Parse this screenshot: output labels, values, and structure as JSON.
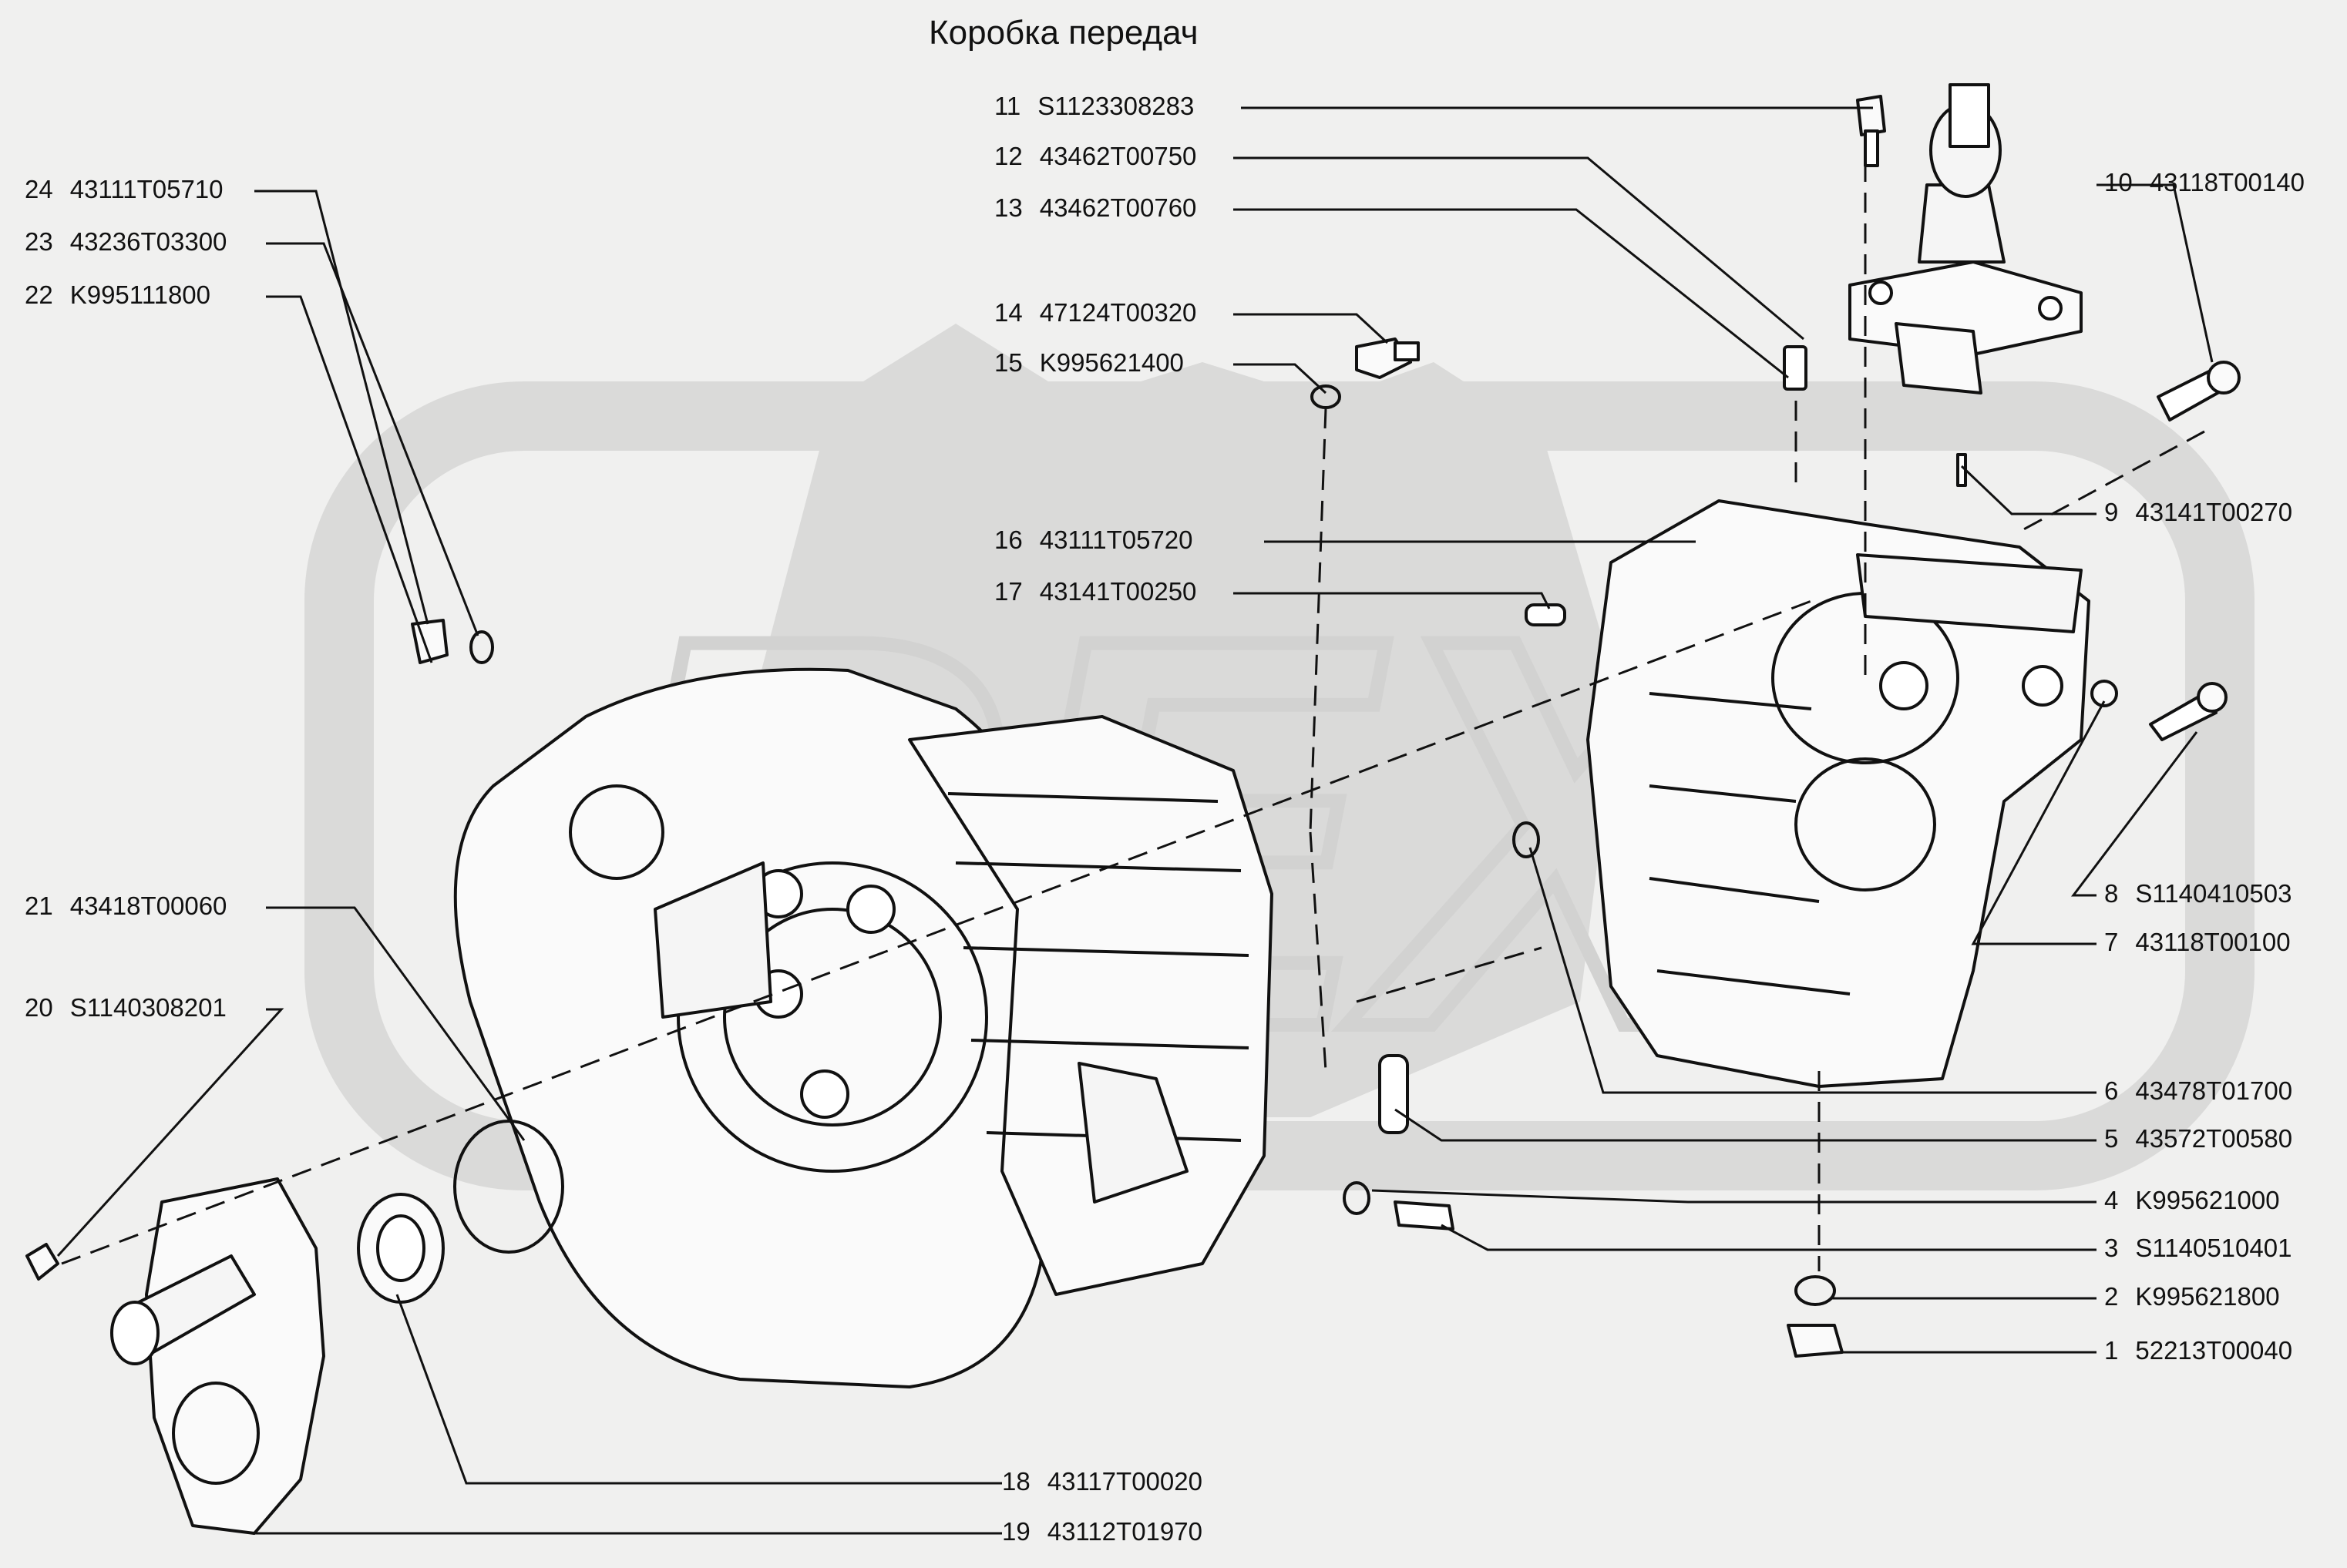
{
  "title": "Коробка передач",
  "watermark_text": "REX",
  "colors": {
    "background": "#f0f0ef",
    "watermark": "#dadad9",
    "ink": "#111111"
  },
  "parts": [
    {
      "num": "1",
      "code": "52213T00040"
    },
    {
      "num": "2",
      "code": "K995621800"
    },
    {
      "num": "3",
      "code": "S1140510401"
    },
    {
      "num": "4",
      "code": "K995621000"
    },
    {
      "num": "5",
      "code": "43572T00580"
    },
    {
      "num": "6",
      "code": "43478T01700"
    },
    {
      "num": "7",
      "code": "43118T00100"
    },
    {
      "num": "8",
      "code": "S1140410503"
    },
    {
      "num": "9",
      "code": "43141T00270"
    },
    {
      "num": "10",
      "code": "43118T00140"
    },
    {
      "num": "11",
      "code": "S1123308283"
    },
    {
      "num": "12",
      "code": "43462T00750"
    },
    {
      "num": "13",
      "code": "43462T00760"
    },
    {
      "num": "14",
      "code": "47124T00320"
    },
    {
      "num": "15",
      "code": "K995621400"
    },
    {
      "num": "16",
      "code": "43111T05720"
    },
    {
      "num": "17",
      "code": "43141T00250"
    },
    {
      "num": "18",
      "code": "43117T00020"
    },
    {
      "num": "19",
      "code": "43112T01970"
    },
    {
      "num": "20",
      "code": "S1140308201"
    },
    {
      "num": "21",
      "code": "43418T00060"
    },
    {
      "num": "22",
      "code": "K995111800"
    },
    {
      "num": "23",
      "code": "43236T03300"
    },
    {
      "num": "24",
      "code": "43111T05710"
    }
  ]
}
